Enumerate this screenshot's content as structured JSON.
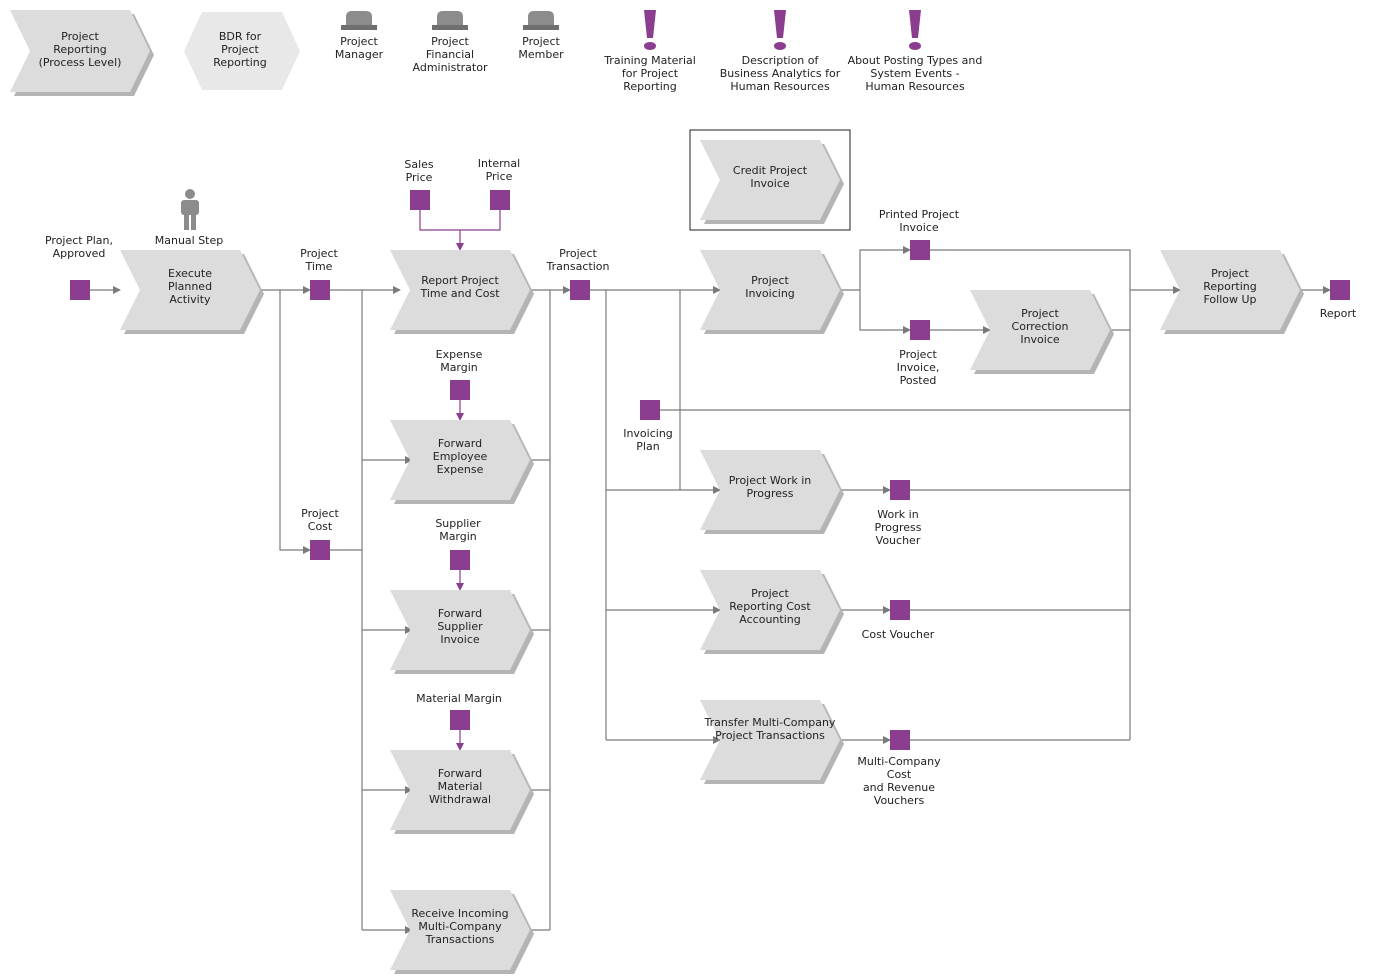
{
  "colors": {
    "process_fill": "#dcdcdc",
    "process_shadow": "#b4b4b4",
    "legend_fill": "#e8e8e8",
    "event_fill": "#8b3d8f",
    "role_fill": "#8c8c8c",
    "line": "#7a7a7a",
    "purple_line": "#8b3d8f"
  },
  "legend": {
    "proc_level": "Project Reporting (Process Level)",
    "bdr": "BDR for Project Reporting",
    "roles": [
      "Project Manager",
      "Project Financial Administrator",
      "Project Member"
    ],
    "docs": [
      "Training Material for Project Reporting",
      "Description of Business Analytics for Human Resources",
      "About Posting Types and System Events - Human Resources"
    ]
  },
  "role_icons": [
    "hat-icon",
    "hat-icon",
    "hat-icon"
  ],
  "doc_icons": [
    "exclamation-icon",
    "exclamation-icon",
    "exclamation-icon"
  ],
  "manual_step": "Manual Step",
  "processes": {
    "execute": "Execute Planned Activity",
    "report": "Report Project Time and Cost",
    "fwd_expense": "Forward Employee Expense",
    "fwd_supplier": "Forward Supplier Invoice",
    "fwd_material": "Forward Material Withdrawal",
    "receive_ic": "Receive Incoming Multi-Company Transactions",
    "credit": "Credit Project Invoice",
    "invoicing": "Project Invoicing",
    "correction": "Project Correction Invoice",
    "wip": "Project Work in Progress",
    "cost_acc": "Project Reporting Cost Accounting",
    "transfer": "Transfer Multi-Company Project Transactions",
    "follow_up": "Project Reporting Follow Up"
  },
  "events": {
    "plan_approved": "Project Plan, Approved",
    "time": "Project Time",
    "cost": "Project Cost",
    "sales_price": "Sales Price",
    "internal_price": "Internal Price",
    "expense_margin": "Expense Margin",
    "supplier_margin": "Supplier Margin",
    "material_margin": "Material Margin",
    "transaction": "Project Transaction",
    "invoicing_plan": "Invoicing Plan",
    "printed_invoice": "Printed Project Invoice",
    "invoice_posted": "Project Invoice, Posted",
    "wip_voucher": "Work in Progress Voucher",
    "cost_voucher": "Cost Voucher",
    "mc_vouchers": "Multi-Company Cost and Revenue Vouchers",
    "report": "Report"
  }
}
